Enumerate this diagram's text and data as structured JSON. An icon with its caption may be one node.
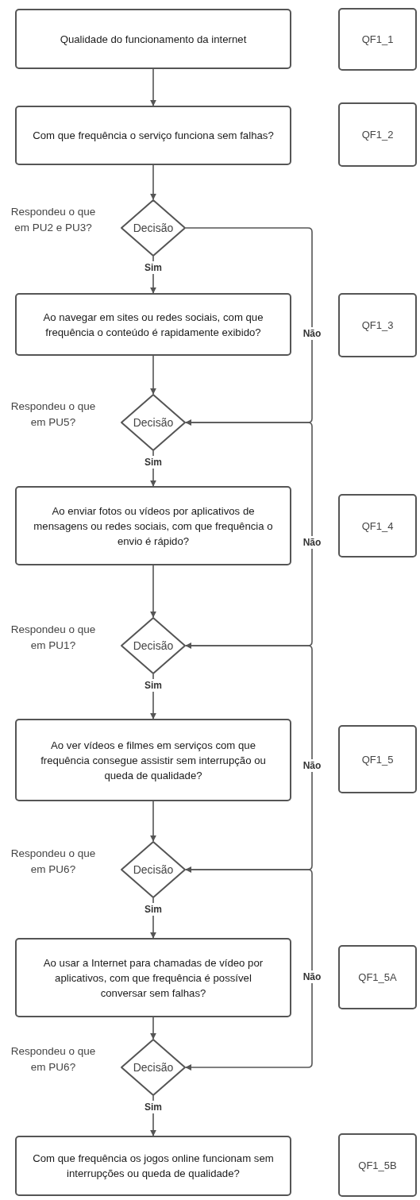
{
  "diagram": {
    "nodes": [
      {
        "text": [
          "Qualidade do funcionamento da internet"
        ]
      },
      {
        "text": [
          "QF1_1"
        ]
      },
      {
        "text": [
          "Com que frequência o serviço funciona sem falhas?"
        ]
      },
      {
        "text": [
          "QF1_2"
        ]
      },
      {
        "text": [
          "Decisão"
        ],
        "beside": [
          "Respondeu o que em PU2 e PU3?"
        ]
      },
      {
        "text": [
          "Ao navegar em sites ou redes sociais, com que frequência o conteúdo é rapidamente exibido?"
        ]
      },
      {
        "text": [
          "QF1_3"
        ]
      },
      {
        "text": [
          "Decisão"
        ],
        "beside": [
          "Respondeu o que em PU5?"
        ]
      },
      {
        "text": [
          "Ao enviar fotos ou vídeos por aplicativos de mensagens ou redes sociais, com que frequência o envio é rápido?"
        ]
      },
      {
        "text": [
          "QF1_4"
        ]
      },
      {
        "text": [
          "Decisão"
        ],
        "beside": [
          "Respondeu o que em PU1?"
        ]
      },
      {
        "text": [
          "Ao ver vídeos e filmes em serviços com que frequência consegue assistir sem interrupção ou queda de qualidade?"
        ]
      },
      {
        "text": [
          "QF1_5"
        ]
      },
      {
        "text": [
          "Decisão"
        ],
        "beside": [
          "Respondeu o que em PU6?"
        ]
      },
      {
        "text": [
          "Ao usar a Internet para chamadas de vídeo por aplicativos, com que frequência é possível conversar sem falhas?"
        ]
      },
      {
        "text": [
          "QF1_5A"
        ]
      },
      {
        "text": [
          "Decisão"
        ],
        "beside": [
          "Respondeu o que em PU6?"
        ]
      },
      {
        "text": [
          "Com que frequência os jogos online funcionam sem interrupções ou queda de qualidade?"
        ]
      },
      {
        "text": [
          "QF1_5B"
        ]
      }
    ],
    "edges": [
      {
        "from": 0,
        "to": 2,
        "arrow": "to"
      },
      {
        "from": 2,
        "to": 4,
        "arrow": "to"
      },
      {
        "from": 4,
        "to": 5,
        "arrow": "to",
        "label": "Sim"
      },
      {
        "from": 4,
        "to": 7,
        "arrow": "to",
        "label": "Não"
      },
      {
        "from": 5,
        "to": 7,
        "arrow": "to"
      },
      {
        "from": 7,
        "to": 8,
        "arrow": "to",
        "label": "Sim"
      },
      {
        "from": 7,
        "to": 10,
        "arrow": "to",
        "label": "Não"
      },
      {
        "from": 8,
        "to": 10,
        "arrow": "to"
      },
      {
        "from": 10,
        "to": 11,
        "arrow": "to",
        "label": "Sim"
      },
      {
        "from": 10,
        "to": 13,
        "arrow": "to",
        "label": "Não"
      },
      {
        "from": 11,
        "to": 13,
        "arrow": "to"
      },
      {
        "from": 13,
        "to": 14,
        "arrow": "to",
        "label": "Sim"
      },
      {
        "from": 13,
        "to": 16,
        "arrow": "to",
        "label": "Não"
      },
      {
        "from": 14,
        "to": 16,
        "arrow": "to"
      },
      {
        "from": 16,
        "to": 17,
        "arrow": "to",
        "label": "Sim"
      }
    ]
  }
}
